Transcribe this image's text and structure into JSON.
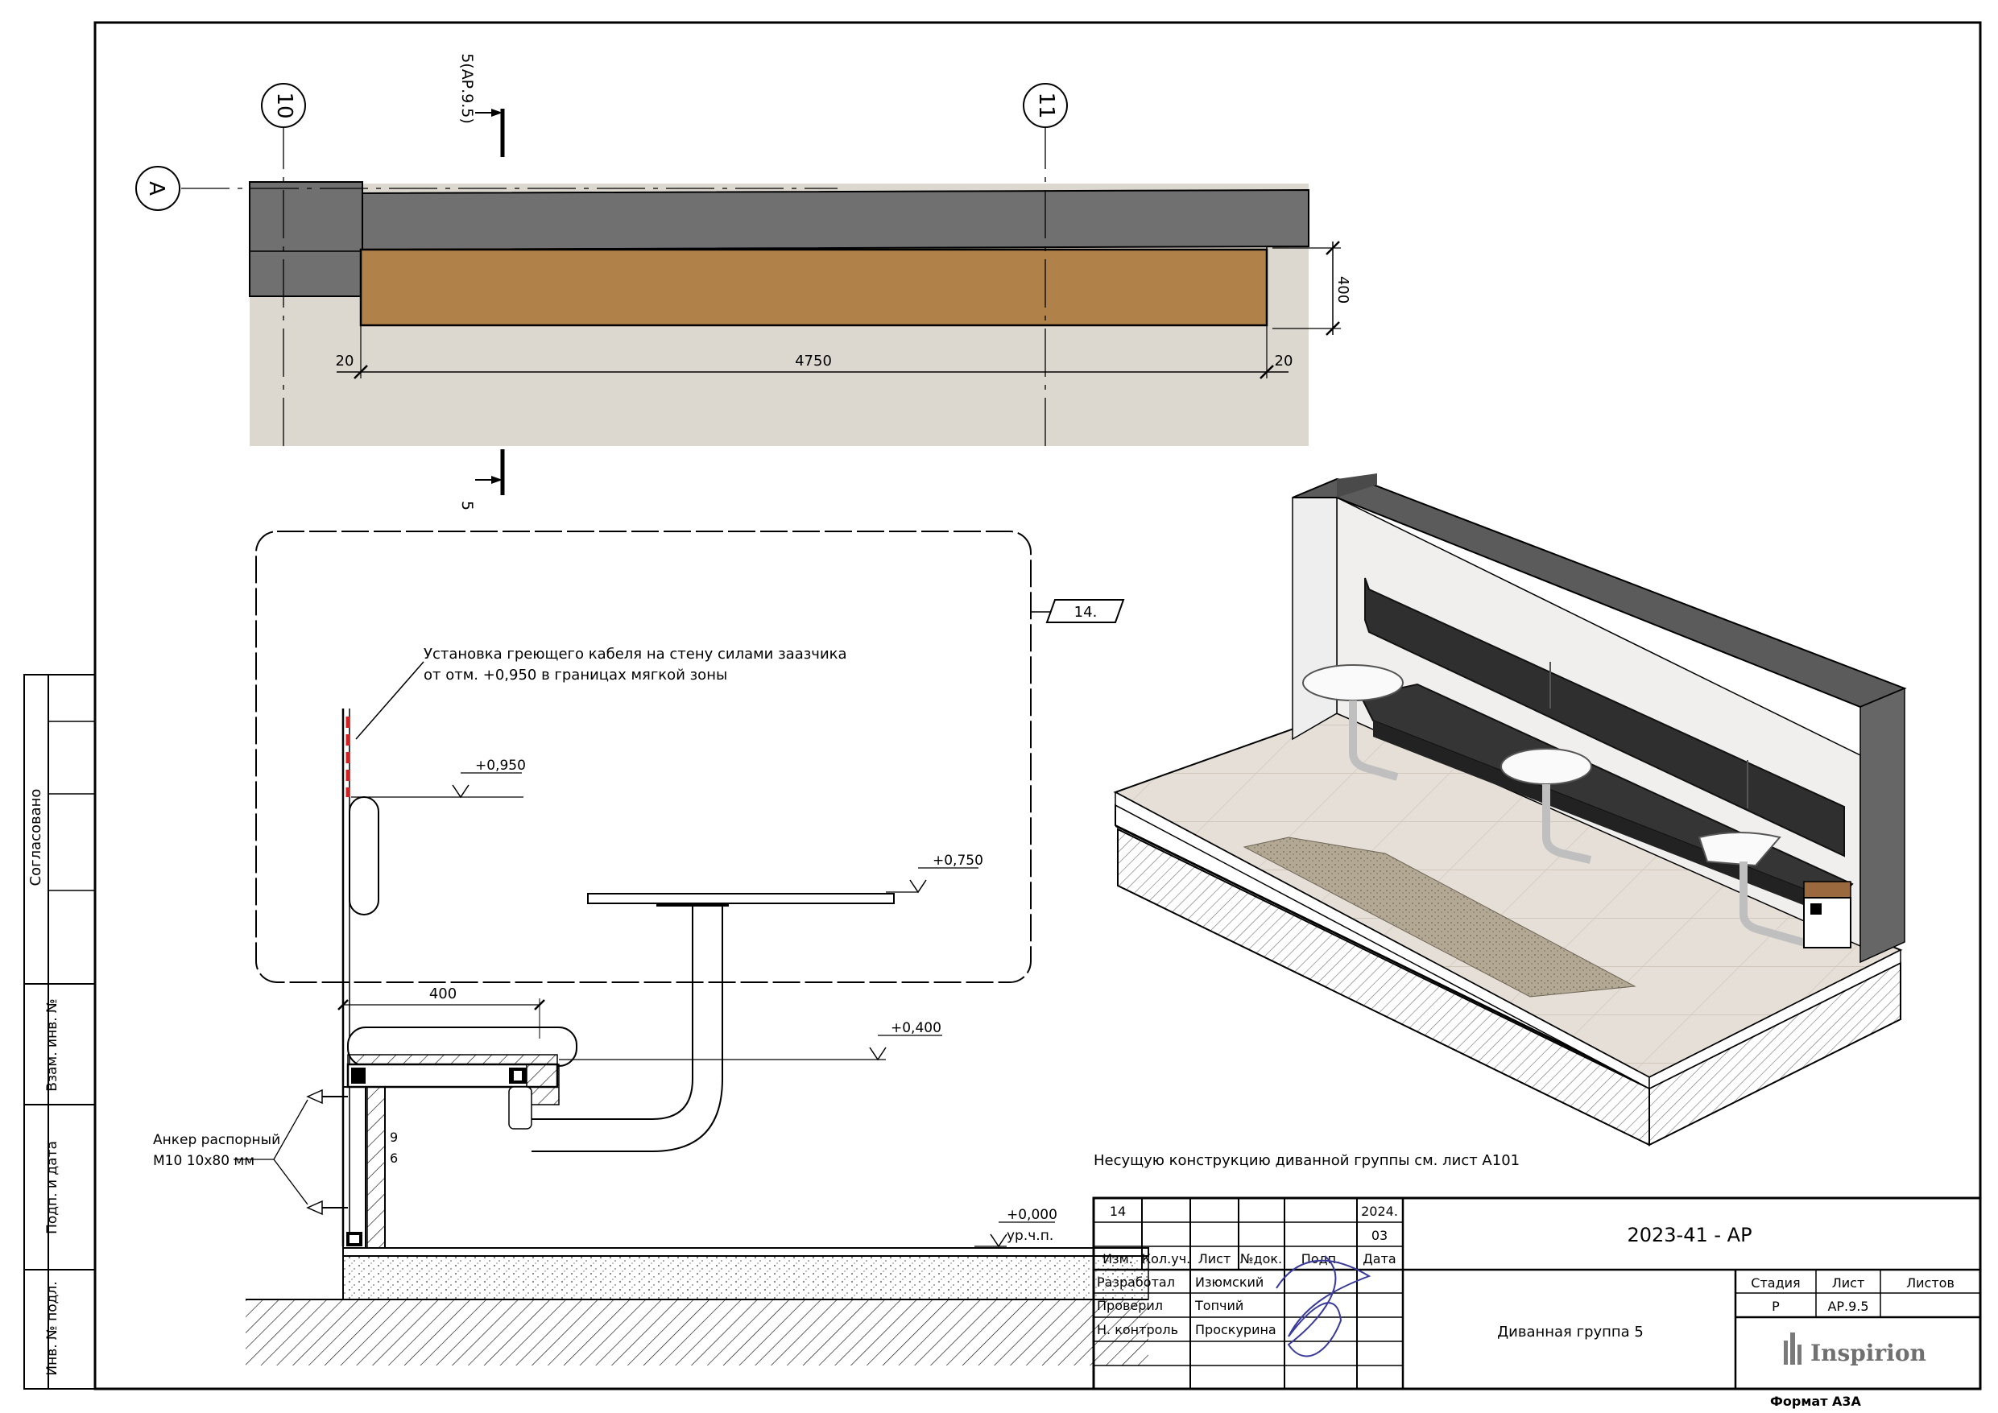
{
  "plan": {
    "axis_10": "10",
    "axis_11": "11",
    "axis_a": "А",
    "section_ref_top": "5(АР.9.5)",
    "section_ref_bottom": "5",
    "dim_left": "20",
    "dim_length": "4750",
    "dim_right": "20",
    "dim_depth": "400"
  },
  "section": {
    "note_heating_line1": "Установка греющего кабеля на стену силами заазчика",
    "note_heating_line2": "от отм. +0,950 в границах мягкой зоны",
    "level_0950": "+0,950",
    "level_0750": "+0,750",
    "level_0400": "+0,400",
    "level_0000": "+0,000",
    "level_0000_sub": "ур.ч.п.",
    "dim_seat": "400",
    "dim_9": "9",
    "dim_6": "6",
    "anchor_line1": "Анкер распорный",
    "anchor_line2": "М10 10х80 мм",
    "revision_tag": "14."
  },
  "note_structure": "Несущую конструкцию диванной группы см. лист А101",
  "left_stamp": {
    "soglasovano": "Согласовано",
    "vzam": "Взам. инв. №",
    "podp_data": "Подп. и дата",
    "inv": "Инв. № подл."
  },
  "title_block": {
    "rev_number": "14",
    "date_value_line1": "2024.",
    "date_value_line2": "03",
    "headers": [
      "Изм.",
      "Кол.уч.",
      "Лист",
      "№док.",
      "Подп.",
      "Дата"
    ],
    "roles": [
      {
        "role": "Разработал",
        "name": "Изюмский"
      },
      {
        "role": "Проверил",
        "name": "Топчий"
      },
      {
        "role": "Н. контроль",
        "name": "Проскурина"
      }
    ],
    "project_code": "2023-41 - АР",
    "sheet_title": "Диванная группа 5",
    "stage_label": "Стадия",
    "sheet_label": "Лист",
    "sheets_label": "Листов",
    "stage_value": "Р",
    "sheet_value": "АР.9.5",
    "sheets_value": "",
    "company": "Inspirion",
    "format": "Формат А3А"
  }
}
